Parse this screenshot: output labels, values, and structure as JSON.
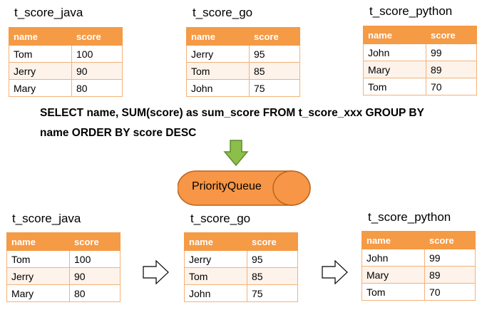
{
  "top_tables": [
    {
      "title": "t_score_java",
      "headers": [
        "name",
        "score"
      ],
      "rows": [
        [
          "Tom",
          "100"
        ],
        [
          "Jerry",
          "90"
        ],
        [
          "Mary",
          "80"
        ]
      ]
    },
    {
      "title": "t_score_go",
      "headers": [
        "name",
        "score"
      ],
      "rows": [
        [
          "Jerry",
          "95"
        ],
        [
          "Tom",
          "85"
        ],
        [
          "John",
          "75"
        ]
      ]
    },
    {
      "title": "t_score_python",
      "headers": [
        "name",
        "score"
      ],
      "rows": [
        [
          "John",
          "99"
        ],
        [
          "Mary",
          "89"
        ],
        [
          "Tom",
          "70"
        ]
      ]
    }
  ],
  "sql": {
    "line1": "SELECT name, SUM(score) as sum_score FROM t_score_xxx GROUP BY",
    "line2": "name ORDER BY score DESC"
  },
  "priority_queue_label": "PriorityQueue",
  "bottom_tables": [
    {
      "title": "t_score_java",
      "headers": [
        "name",
        "score"
      ],
      "rows": [
        [
          "Tom",
          "100"
        ],
        [
          "Jerry",
          "90"
        ],
        [
          "Mary",
          "80"
        ]
      ]
    },
    {
      "title": "t_score_go",
      "headers": [
        "name",
        "score"
      ],
      "rows": [
        [
          "Jerry",
          "95"
        ],
        [
          "Tom",
          "85"
        ],
        [
          "John",
          "75"
        ]
      ]
    },
    {
      "title": "t_score_python",
      "headers": [
        "name",
        "score"
      ],
      "rows": [
        [
          "John",
          "99"
        ],
        [
          "Mary",
          "89"
        ],
        [
          "Tom",
          "70"
        ]
      ]
    }
  ],
  "colors": {
    "header": "#f59a45",
    "queue": "#f79646",
    "down_arrow": "#77a33a"
  }
}
